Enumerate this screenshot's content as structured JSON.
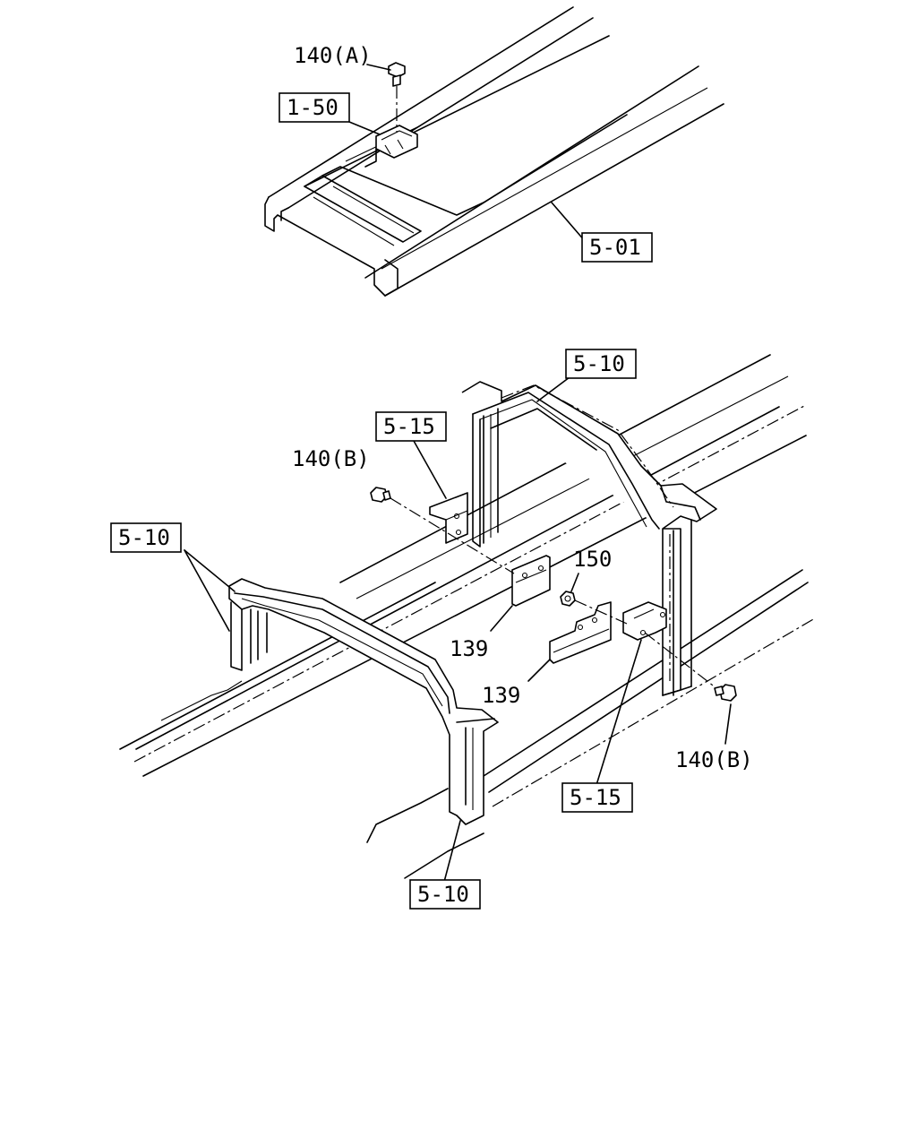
{
  "callouts": {
    "bolt_140a": "140(A)",
    "ref_1_50": "1-50",
    "ref_5_01": "5-01",
    "ref_5_10_top": "5-10",
    "ref_5_15_left": "5-15",
    "bolt_140b_left": "140(B)",
    "ref_5_10_left": "5-10",
    "nut_150": "150",
    "plate_139_upper": "139",
    "plate_139_lower": "139",
    "bolt_140b_right": "140(B)",
    "ref_5_15_right": "5-15",
    "ref_5_10_bottom": "5-10"
  }
}
